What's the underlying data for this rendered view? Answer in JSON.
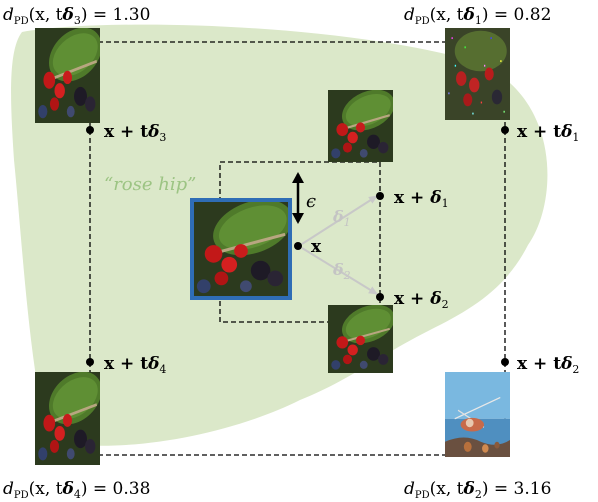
{
  "colors": {
    "region": "#dbe8c9",
    "frame": "#2f6db5",
    "region_label": "#9cc483",
    "delta_arrow": "#c8c8c8",
    "delta_label": "#c4c4c4"
  },
  "region_label": "“rose hip”",
  "epsilon_label": "ϵ",
  "center": {
    "label": "x"
  },
  "deltas": [
    {
      "label_sym": "δ",
      "label_sub": "1"
    },
    {
      "label_sym": "δ",
      "label_sub": "2"
    }
  ],
  "neighbors": [
    {
      "prefix": "x + ",
      "sym": "δ",
      "sub": "1"
    },
    {
      "prefix": "x + ",
      "sym": "δ",
      "sub": "2"
    }
  ],
  "scaled": [
    {
      "id": "3",
      "point_prefix": "x + t",
      "sym": "δ",
      "sub": "3",
      "dist_head": "d",
      "dist_sub": "PD",
      "dist_open": "(x, t",
      "dist_close": ") = 1.30",
      "value": 1.3
    },
    {
      "id": "1",
      "point_prefix": "x + t",
      "sym": "δ",
      "sub": "1",
      "dist_head": "d",
      "dist_sub": "PD",
      "dist_open": "(x, t",
      "dist_close": ") = 0.82",
      "value": 0.82
    },
    {
      "id": "4",
      "point_prefix": "x + t",
      "sym": "δ",
      "sub": "4",
      "dist_head": "d",
      "dist_sub": "PD",
      "dist_open": "(x, t",
      "dist_close": ") = 0.38",
      "value": 0.38
    },
    {
      "id": "2",
      "point_prefix": "x + t",
      "sym": "δ",
      "sub": "2",
      "dist_head": "d",
      "dist_sub": "PD",
      "dist_open": "(x, t",
      "dist_close": ") = 3.16",
      "value": 3.16
    }
  ]
}
